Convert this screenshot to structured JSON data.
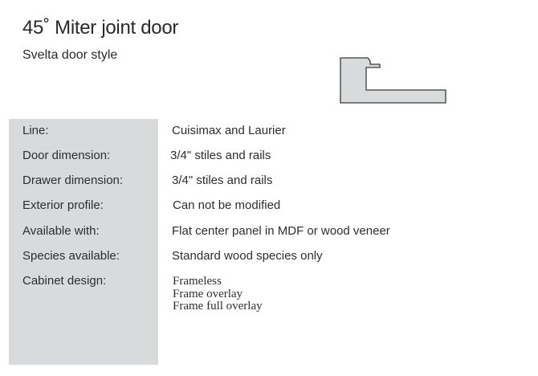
{
  "header": {
    "title": "45˚ Miter joint door",
    "subtitle": "Svelta door style"
  },
  "profile_image": {
    "icon": "door-profile-cross-section-icon",
    "fill": "#d9dadc",
    "stroke": "#3a3a3a"
  },
  "specs": {
    "rows": [
      {
        "label": "Line:",
        "value": "Cuisimax and Laurier"
      },
      {
        "label": "Door dimension:",
        "value": "3/4\" stiles and rails"
      },
      {
        "label": "Drawer dimension:",
        "value": "3/4\" stiles and rails"
      },
      {
        "label": "Exterior profile:",
        "value": "Can not be modified"
      },
      {
        "label": "Available with:",
        "value": "Flat center panel in MDF or wood veneer"
      },
      {
        "label": "Species available:",
        "value": "Standard wood species only"
      }
    ],
    "cabinet_design": {
      "label": "Cabinet design:",
      "values": [
        "Frameless",
        "Frame overlay",
        "Frame full overlay"
      ]
    }
  },
  "colors": {
    "label_panel": "#d9dadc",
    "text": "#2e2e2e"
  }
}
